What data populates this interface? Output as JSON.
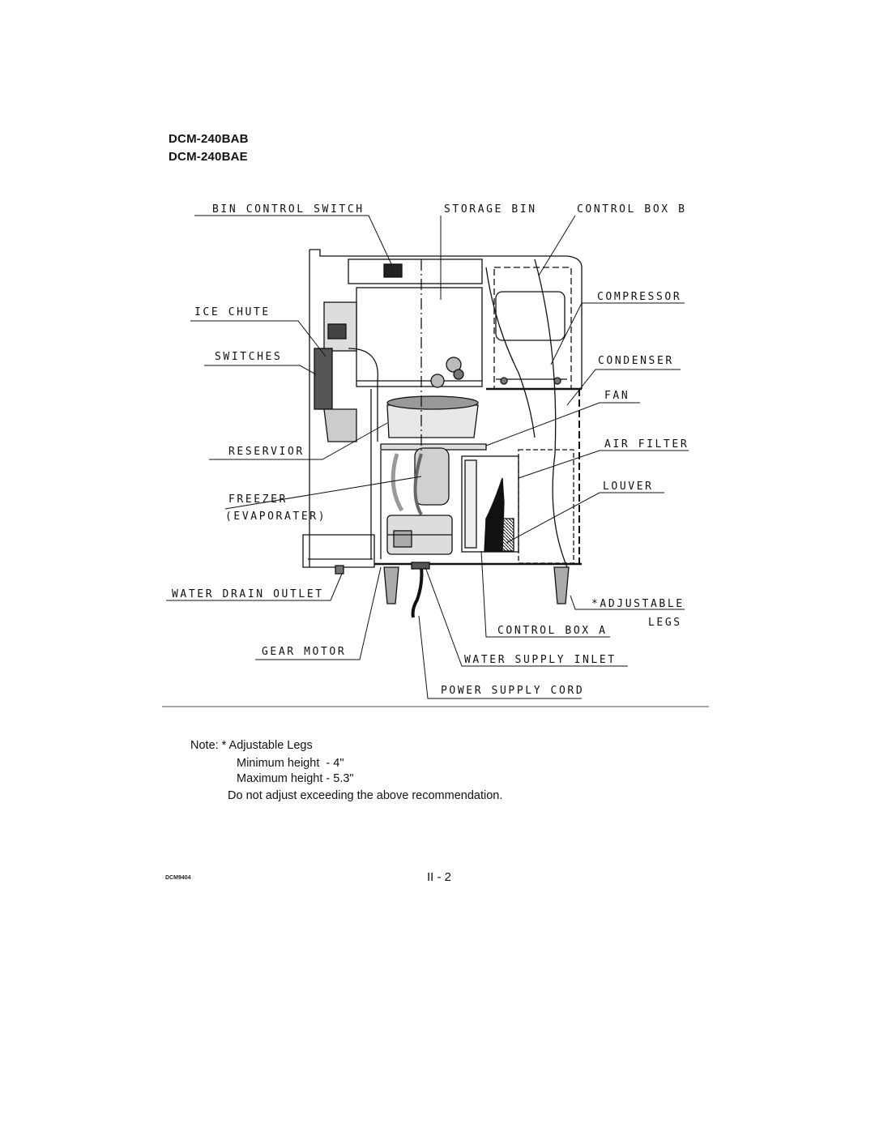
{
  "models": [
    "DCM-240BAB",
    "DCM-240BAE"
  ],
  "labels": {
    "bin_control_switch": "BIN CONTROL SWITCH",
    "storage_bin": "STORAGE BIN",
    "control_box_b": "CONTROL BOX B",
    "ice_chute": "ICE CHUTE",
    "compressor": "COMPRESSOR",
    "switches": "SWITCHES",
    "condenser": "CONDENSER",
    "fan": "FAN",
    "reservior": "RESERVIOR",
    "air_filter": "AIR FILTER",
    "freezer": "FREEZER",
    "evaporater": "(EVAPORATER)",
    "louver": "LOUVER",
    "water_drain_outlet": "WATER DRAIN OUTLET",
    "adjustable": "*ADJUSTABLE",
    "legs": "LEGS",
    "control_box_a": "CONTROL BOX A",
    "gear_motor": "GEAR MOTOR",
    "water_supply_inlet": "WATER SUPPLY INLET",
    "power_supply_cord": "POWER SUPPLY CORD"
  },
  "note": {
    "line1": "Note: * Adjustable Legs",
    "line2": "Minimum height  - 4\"",
    "line3": "Maximum height - 5.3\"",
    "line4": "Do not adjust exceeding the above recommendation."
  },
  "footer": {
    "doc_code": "DCM9404",
    "page": "II - 2"
  }
}
